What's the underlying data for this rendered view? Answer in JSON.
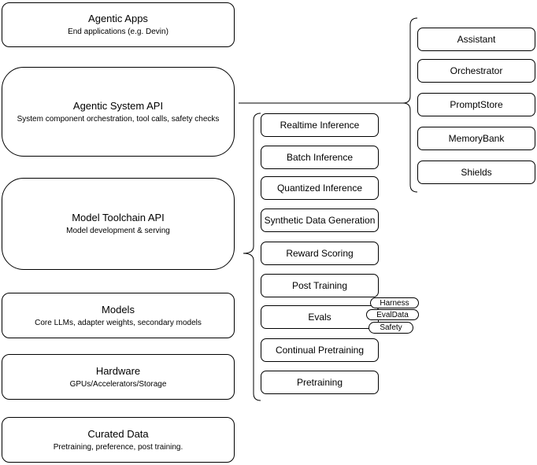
{
  "left_stack": [
    {
      "title": "Agentic Apps",
      "subtitle": "End applications (e.g. Devin)"
    },
    {
      "title": "Agentic System API",
      "subtitle": "System component orchestration, tool calls, safety checks"
    },
    {
      "title": "Model Toolchain API",
      "subtitle": "Model development & serving"
    },
    {
      "title": "Models",
      "subtitle": "Core LLMs, adapter weights, secondary models"
    },
    {
      "title": "Hardware",
      "subtitle": "GPUs/Accelerators/Storage"
    },
    {
      "title": "Curated Data",
      "subtitle": "Pretraining, preference, post training."
    }
  ],
  "toolchain_components": [
    "Realtime Inference",
    "Batch Inference",
    "Quantized Inference",
    "Synthetic Data Generation",
    "Reward Scoring",
    "Post Training",
    "Evals",
    "Continual Pretraining",
    "Pretraining"
  ],
  "eval_tags": [
    "Harness",
    "EvalData",
    "Safety"
  ],
  "system_components": [
    "Assistant",
    "Orchestrator",
    "PromptStore",
    "MemoryBank",
    "Shields"
  ],
  "colors": {
    "stroke": "#000000",
    "fill": "#ffffff",
    "text": "#000000",
    "background": "#ffffff"
  }
}
